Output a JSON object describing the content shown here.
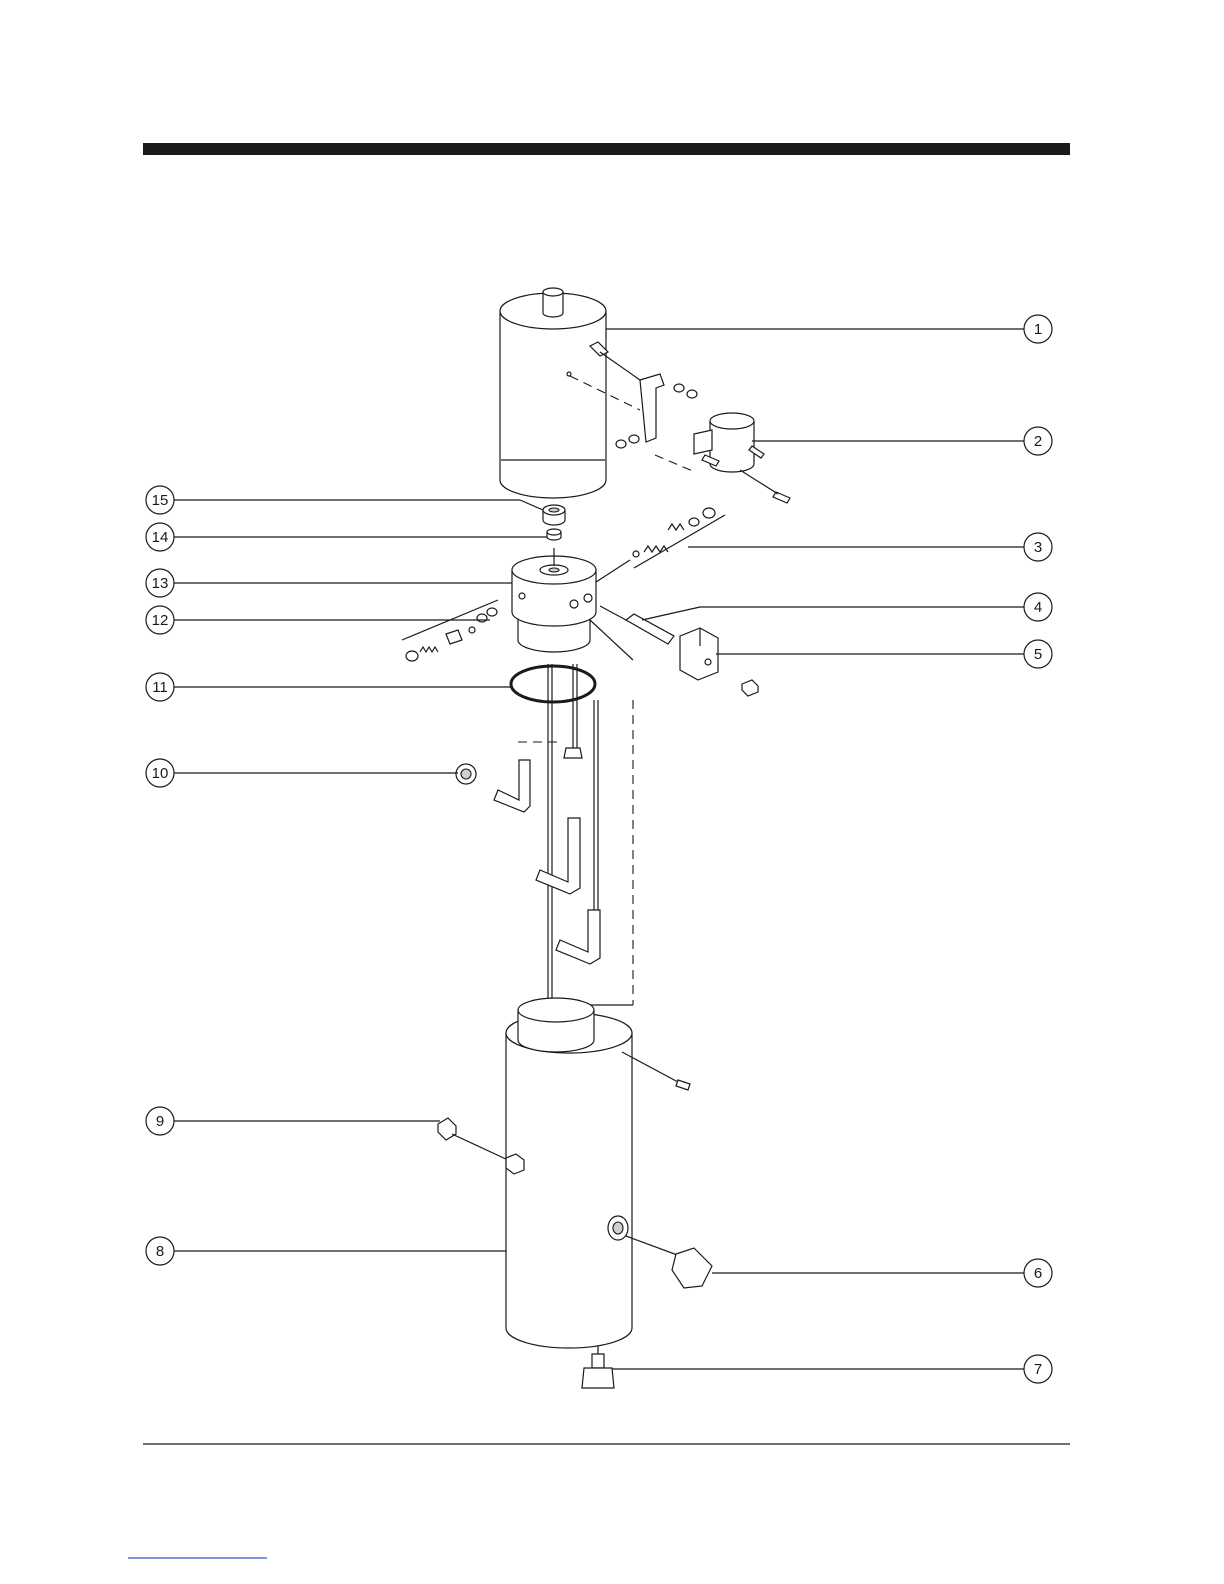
{
  "header": {
    "rule_color": "#1a1a1a"
  },
  "callouts": [
    {
      "id": "c1",
      "number": "1"
    },
    {
      "id": "c2",
      "number": "2"
    },
    {
      "id": "c3",
      "number": "3"
    },
    {
      "id": "c4",
      "number": "4"
    },
    {
      "id": "c5",
      "number": "5"
    },
    {
      "id": "c6",
      "number": "6"
    },
    {
      "id": "c7",
      "number": "7"
    },
    {
      "id": "c8",
      "number": "8"
    },
    {
      "id": "c9",
      "number": "9"
    },
    {
      "id": "c10",
      "number": "10"
    },
    {
      "id": "c11",
      "number": "11"
    },
    {
      "id": "c12",
      "number": "12"
    },
    {
      "id": "c13",
      "number": "13"
    },
    {
      "id": "c14",
      "number": "14"
    },
    {
      "id": "c15",
      "number": "15"
    }
  ],
  "footer": {
    "link_color": "#3355cc"
  }
}
